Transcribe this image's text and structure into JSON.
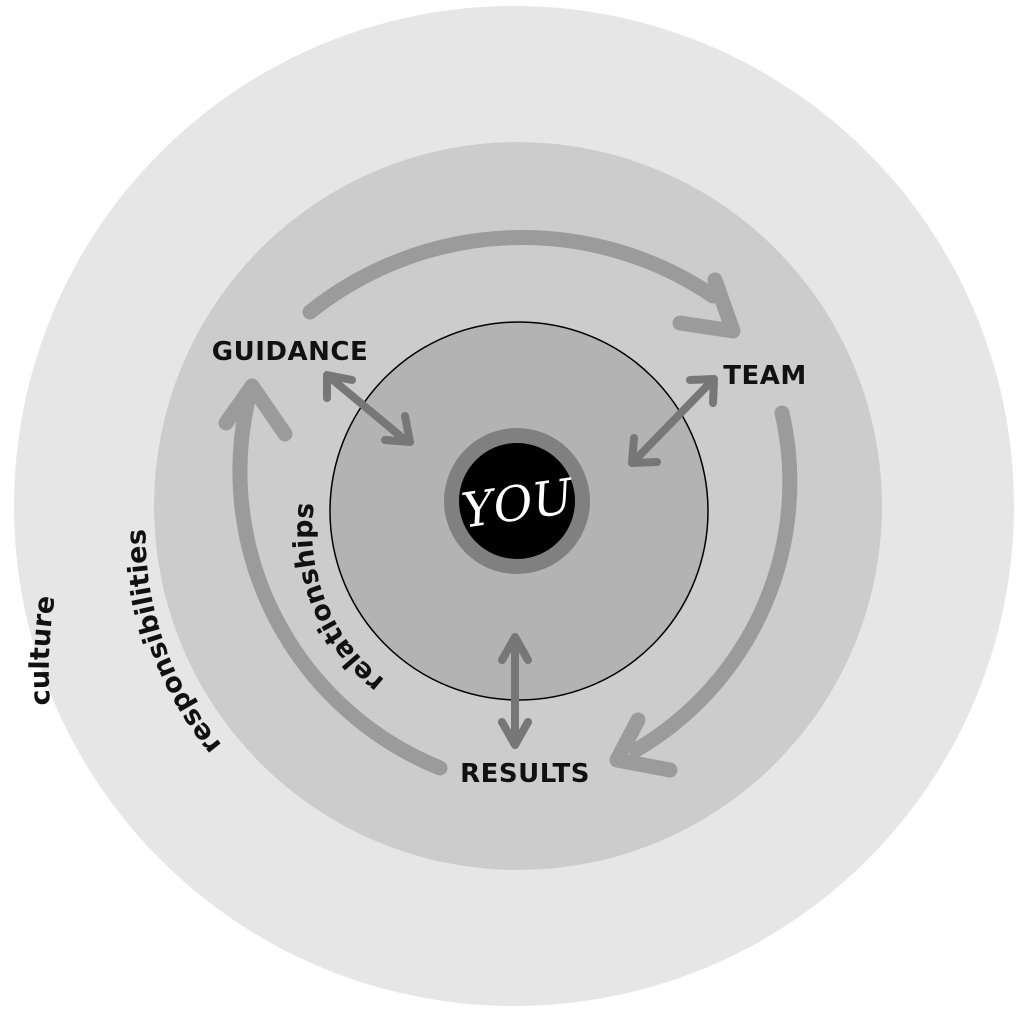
{
  "rings": {
    "outer_label": "culture",
    "middle_label": "responsibilities",
    "inner_label": "relationships"
  },
  "nodes": {
    "guidance": "GUIDANCE",
    "team": "TEAM",
    "results": "RESULTS"
  },
  "center": {
    "label": "YOU"
  },
  "colors": {
    "outer_ring": "#e6e6e6",
    "middle_ring": "#cccccc",
    "inner_circle": "#b3b3b3",
    "cycle_arrow": "#9b9b9b",
    "link_arrow": "#777777",
    "center_halo": "#808080",
    "center_core": "#000000",
    "text": "#111111"
  }
}
